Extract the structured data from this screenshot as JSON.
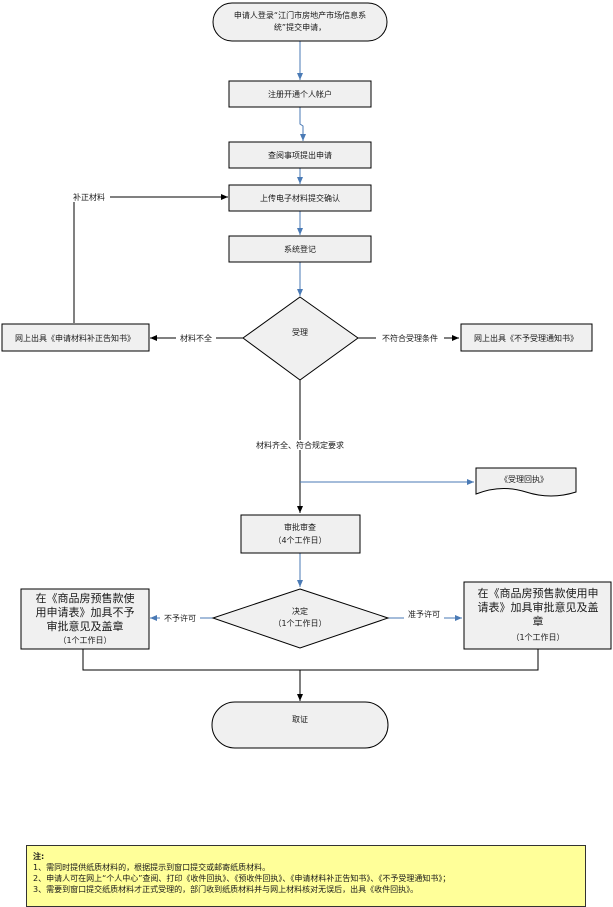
{
  "nodes": {
    "start": [
      "申请人登录“江门市房地产市场信息系",
      "统”提交申请，"
    ],
    "register": "注册开通个人帐户",
    "query": "查阅事项提出申请",
    "upload": "上传电子材料提交确认",
    "sysreg": "系统登记",
    "accept": "受理",
    "notice_supplement": "网上出具《申请材料补正告知书》",
    "notice_reject": "网上出具《不予受理通知书》",
    "receipt": "《受理回执》",
    "review": [
      "审批审查",
      "（4个工作日）"
    ],
    "decide": [
      "决定",
      "（1个工作日）"
    ],
    "deny_box": [
      "在《商品房预售款使",
      "用申请表》加具不予",
      "审批意见及盖章",
      "（1个工作日）"
    ],
    "approve_box": [
      "在《商品房预售款使用申",
      "请表》加具审批意见及盖",
      "章",
      "（1个工作日）"
    ],
    "collect": "取证"
  },
  "edge_labels": {
    "supplement": "补正材料",
    "incomplete": "材料不全",
    "not_qualified": "不符合受理条件",
    "complete": "材料齐全、符合规定要求",
    "deny": "不予许可",
    "approve": "准予许可"
  },
  "note": {
    "title": "注:",
    "lines": [
      "1、需同时提供纸质材料的，根据提示到窗口提交或邮寄纸质材料。",
      "2、申请人可在网上“个人中心”查阅、打印《收件回执》、《预收件回执》、《申请材料补正告知书》、《不予受理通知书》；",
      "3、需要到窗口提交纸质材料才正式受理的，部门收到纸质材料并与网上材料核对无误后，出具《收件回执》。"
    ]
  },
  "colors": {
    "arrow": "#4a7ab5",
    "line": "#000000",
    "note_bg": "#ffff99"
  }
}
